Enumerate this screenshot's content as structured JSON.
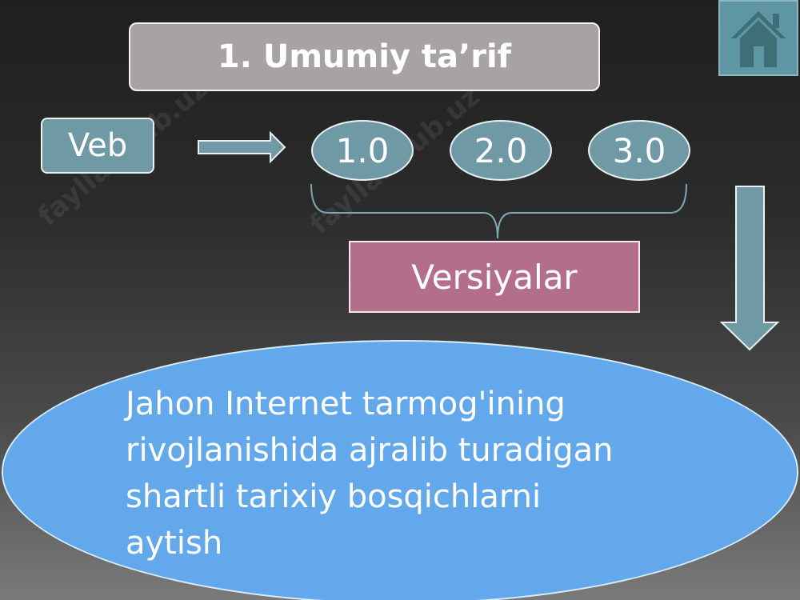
{
  "title": "1. Umumiy ta’rif",
  "source_box": "Veb",
  "versions": [
    "1.0",
    "2.0",
    "3.0"
  ],
  "group_label": "Versiyalar",
  "definition_lines": [
    "Jahon Internet tarmog'ining",
    "rivojlanishida ajralib turadigan",
    "shartli tarixiy bosqichlarni",
    "aytish"
  ],
  "watermark_text": "fayllar hub.uz",
  "icons": {
    "home": "home-icon",
    "right_arrow": "arrow-right-icon",
    "down_arrow": "arrow-down-icon",
    "brace": "curly-brace-icon"
  },
  "colors": {
    "title_bg": "#a8a3a3",
    "teal": "#6f9aa5",
    "pink": "#b26e8a",
    "blue": "#62a8ea"
  }
}
